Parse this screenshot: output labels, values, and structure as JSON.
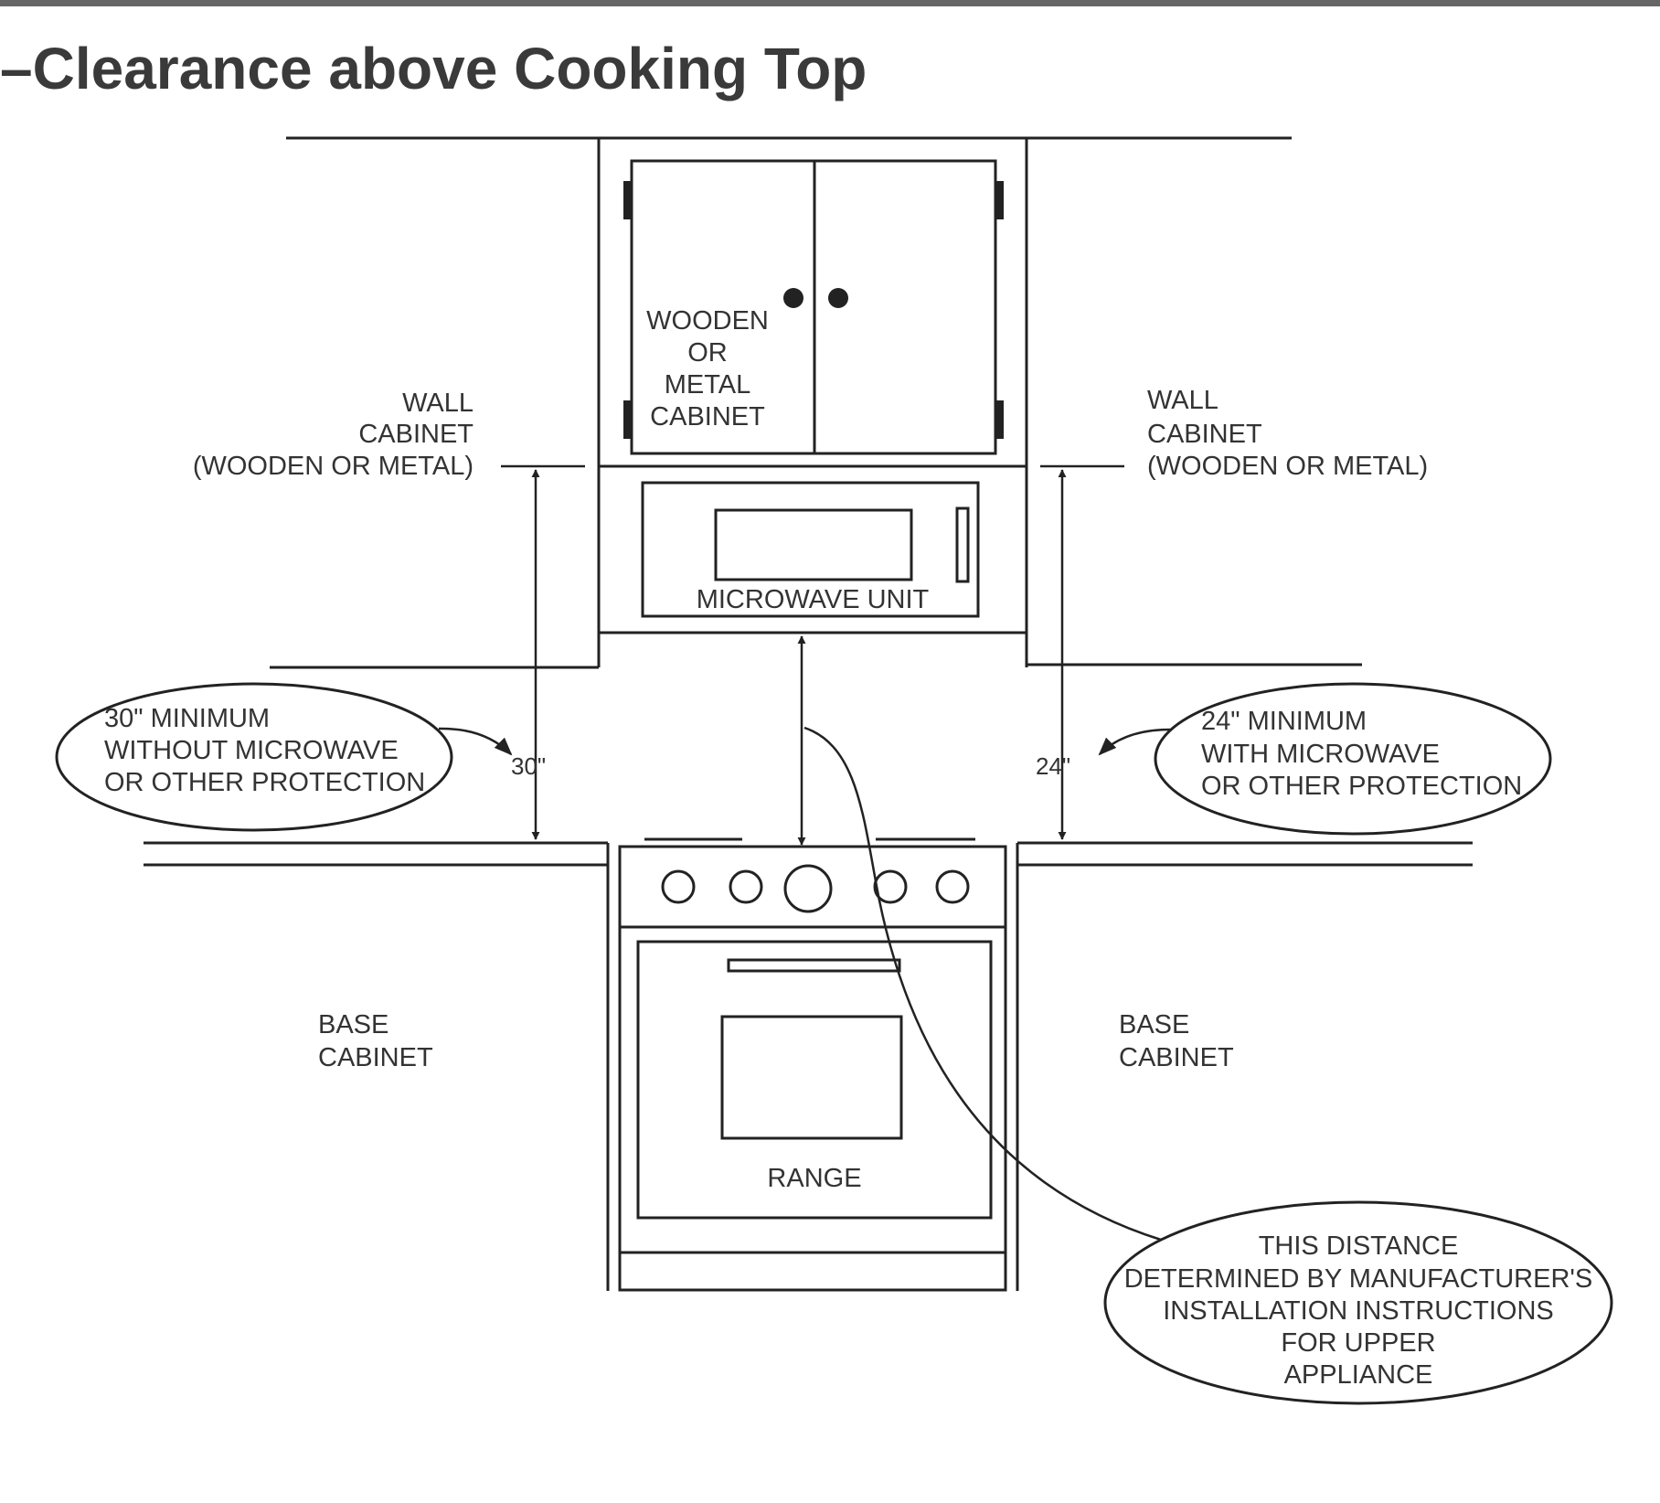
{
  "header": {
    "dash": "–",
    "title": "Clearance above Cooking Top"
  },
  "colors": {
    "line": "#222222",
    "text": "#333333",
    "title": "#3a3a3a",
    "top_rule": "#666666"
  },
  "labels": {
    "upper_cabinet": [
      "WOODEN",
      "OR",
      "METAL",
      "CABINET"
    ],
    "wall_cabinet_left": [
      "WALL",
      "CABINET",
      "(WOODEN OR METAL)"
    ],
    "wall_cabinet_right": [
      "WALL",
      "CABINET",
      "(WOODEN OR METAL)"
    ],
    "microwave": "MICROWAVE UNIT",
    "range": "RANGE",
    "base_cabinet_left": [
      "BASE",
      "CABINET"
    ],
    "base_cabinet_right": [
      "BASE",
      "CABINET"
    ],
    "dim_left": "30\"",
    "dim_right": "24\"",
    "note_left": [
      "30\" MINIMUM",
      "WITHOUT MICROWAVE",
      "OR OTHER PROTECTION"
    ],
    "note_right": [
      "24\" MINIMUM",
      "WITH MICROWAVE",
      "OR OTHER PROTECTION"
    ],
    "note_bottom": [
      "THIS DISTANCE",
      "DETERMINED BY MANUFACTURER'S",
      "INSTALLATION INSTRUCTIONS",
      "FOR UPPER",
      "APPLIANCE"
    ]
  }
}
